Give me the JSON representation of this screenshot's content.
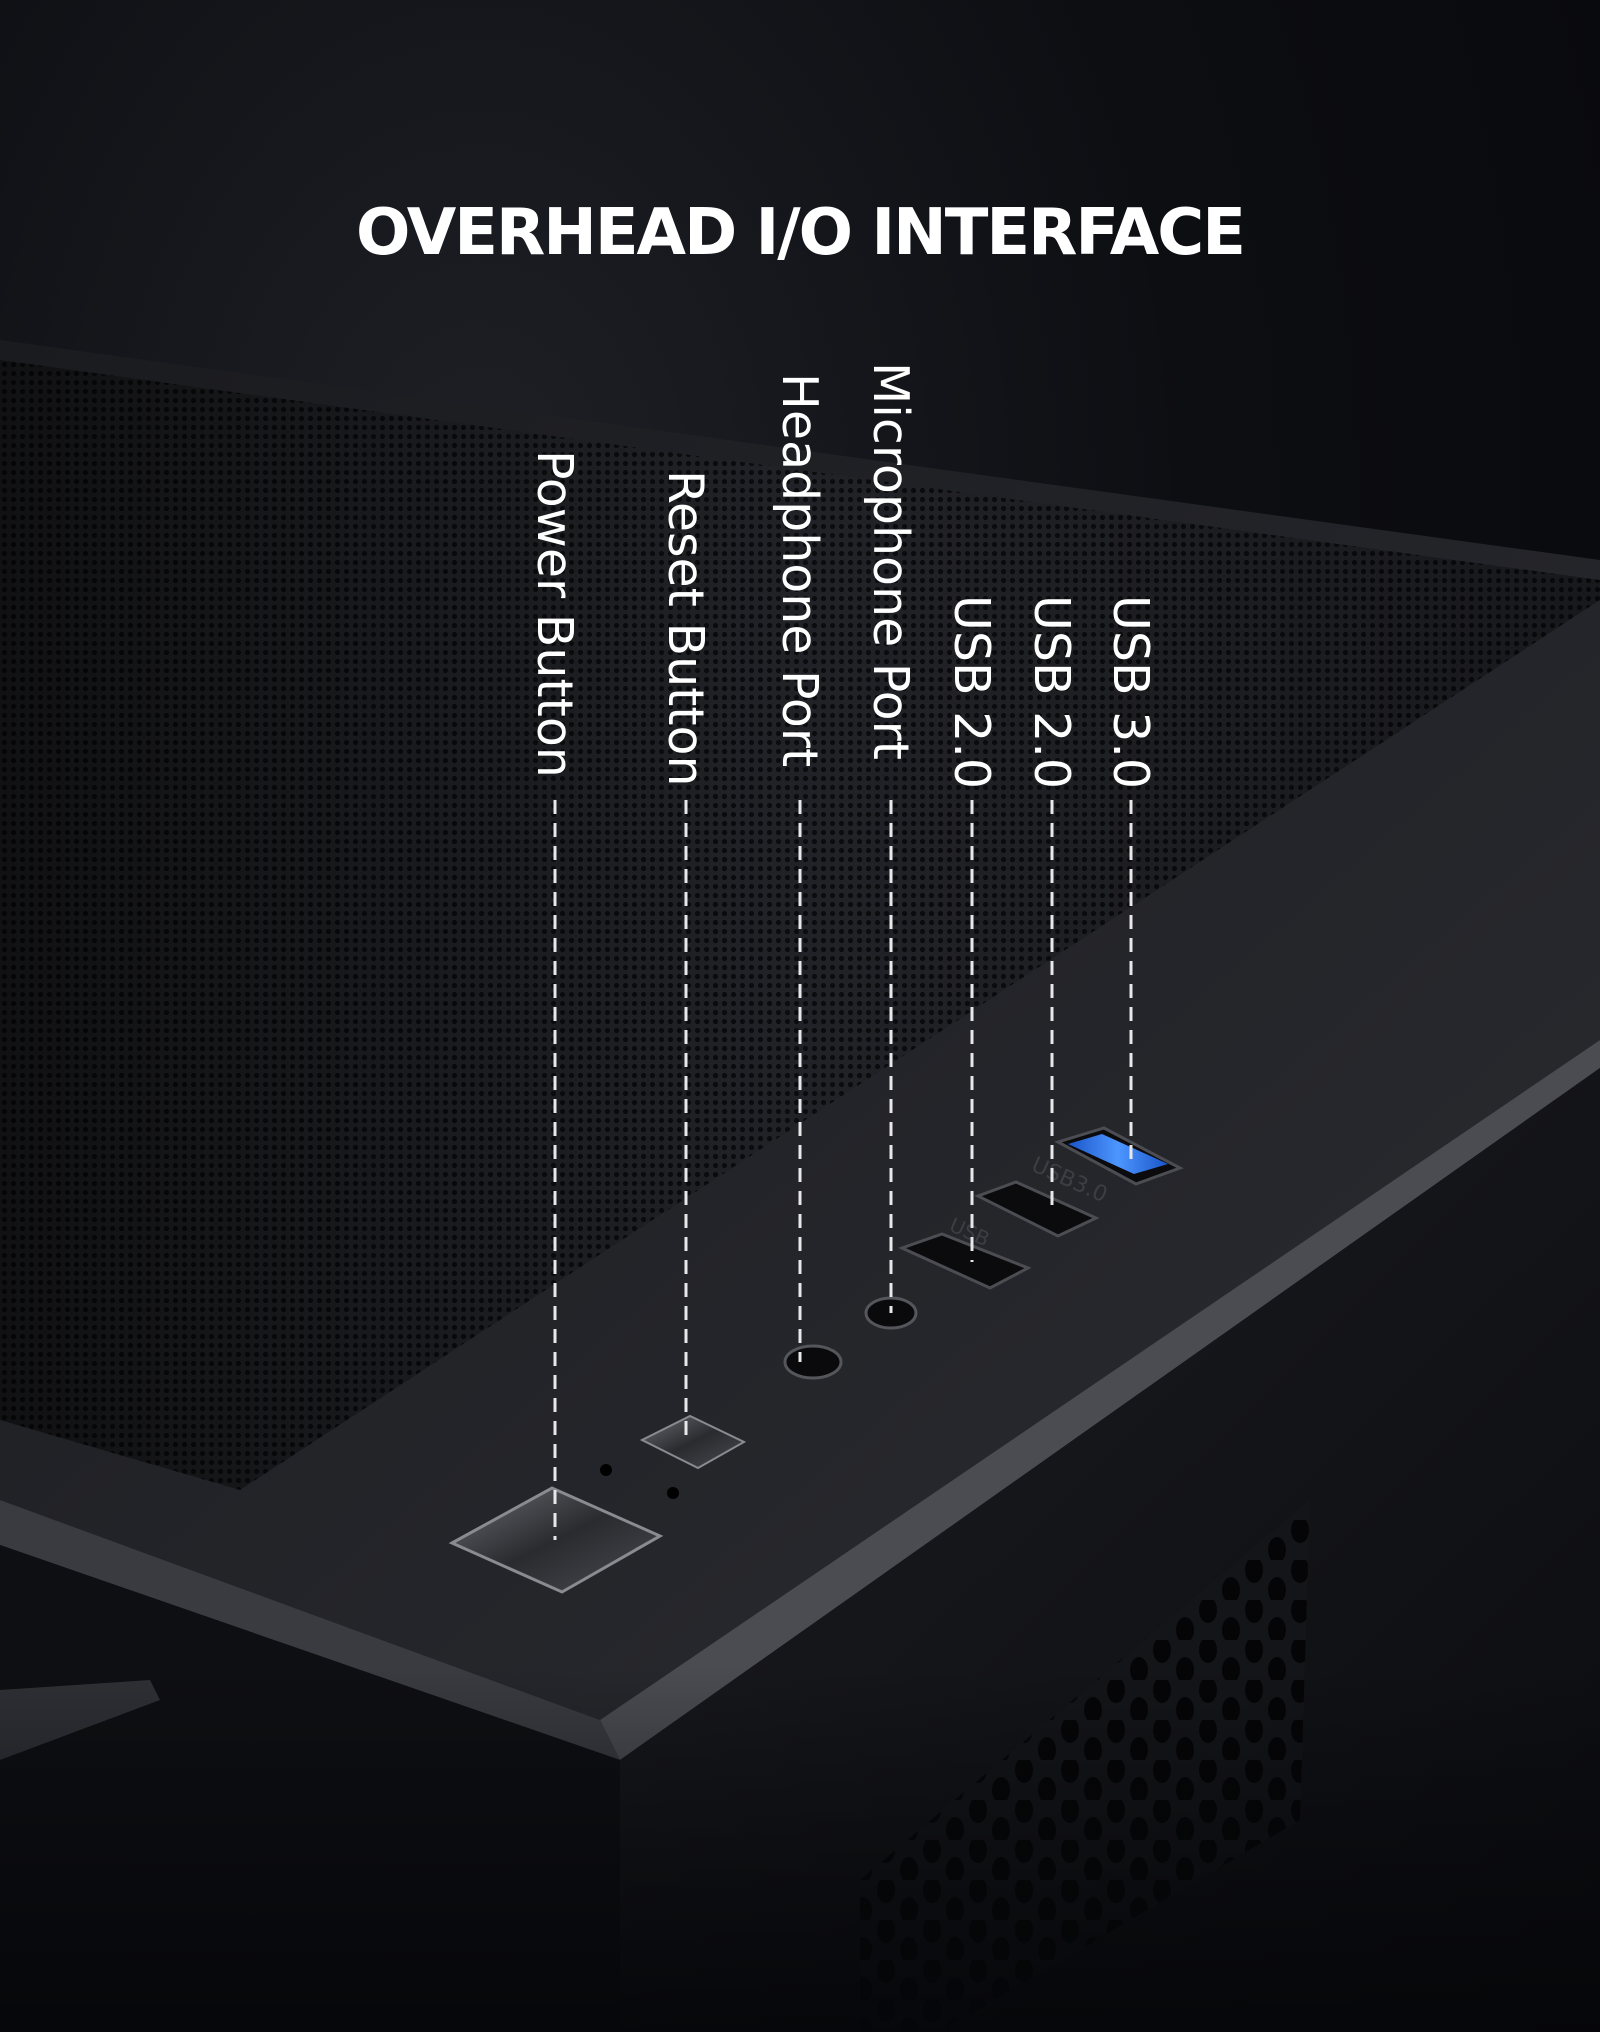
{
  "headline": "OVERHEAD I/O INTERFACE",
  "callouts": [
    {
      "id": "power",
      "label": "Power Button"
    },
    {
      "id": "reset",
      "label": "Reset Button"
    },
    {
      "id": "headphone",
      "label": "Headphone Port"
    },
    {
      "id": "microphone",
      "label": "Microphone Port"
    },
    {
      "id": "usb2a",
      "label": "USB 2.0"
    },
    {
      "id": "usb2b",
      "label": "USB 2.0"
    },
    {
      "id": "usb3",
      "label": "USB 3.0"
    }
  ],
  "panel_markings": {
    "usb3": "USB3.0",
    "usb2": "USB"
  },
  "colors": {
    "background": "#07080c",
    "text": "#ffffff",
    "usb3_accent": "#2f7cf0",
    "mesh": "#2a2b30"
  }
}
